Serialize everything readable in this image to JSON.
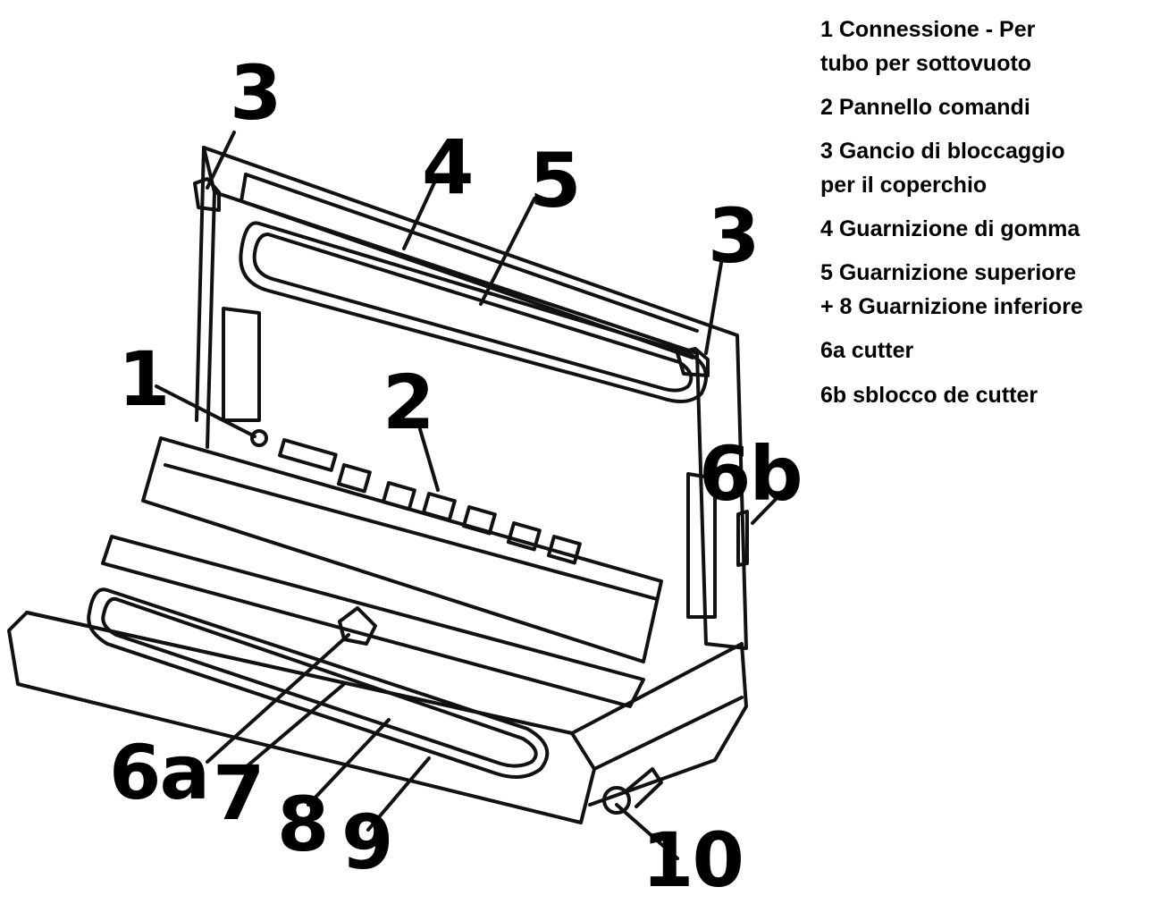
{
  "callouts": {
    "c1": "1",
    "c2": "2",
    "c3_left": "3",
    "c3_right": "3",
    "c4": "4",
    "c5": "5",
    "c6a": "6a",
    "c6b": "6b",
    "c7": "7",
    "c8": "8",
    "c9": "9",
    "c10": "10"
  },
  "legend": {
    "item1_line1": "1 Connessione - Per",
    "item1_line2": "tubo per sottovuoto",
    "item2": "2 Pannello comandi",
    "item3_line1": "3 Gancio di bloccaggio",
    "item3_line2": "per il coperchio",
    "item4": "4 Guarnizione di gomma",
    "item5_line1": "5 Guarnizione superiore",
    "item5_line2": "+ 8 Guarnizione inferiore",
    "item6a": "6a cutter",
    "item6b": "6b sblocco de cutter"
  }
}
